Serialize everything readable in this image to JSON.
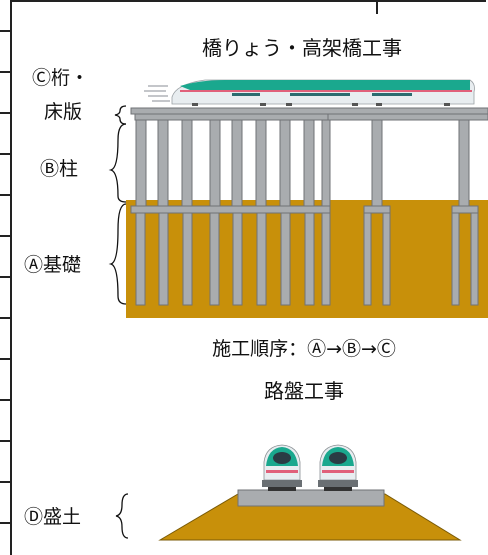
{
  "titles": {
    "bridge": "橋りょう・高架橋工事",
    "sequence": "施工順序：Ⓐ→Ⓑ→Ⓒ",
    "roadbed": "路盤工事"
  },
  "labels": {
    "c_line1": "Ⓒ桁・",
    "c_line2": "床版",
    "b": "Ⓑ柱",
    "a": "Ⓐ基礎",
    "d": "Ⓓ盛土"
  },
  "colors": {
    "ground": "#c8900a",
    "concrete": "#a9acaf",
    "concrete_edge": "#6f7275",
    "train_green": "#1aa88e",
    "train_body": "#e8edf0",
    "train_pink": "#e0607a",
    "frame": "#222222"
  }
}
